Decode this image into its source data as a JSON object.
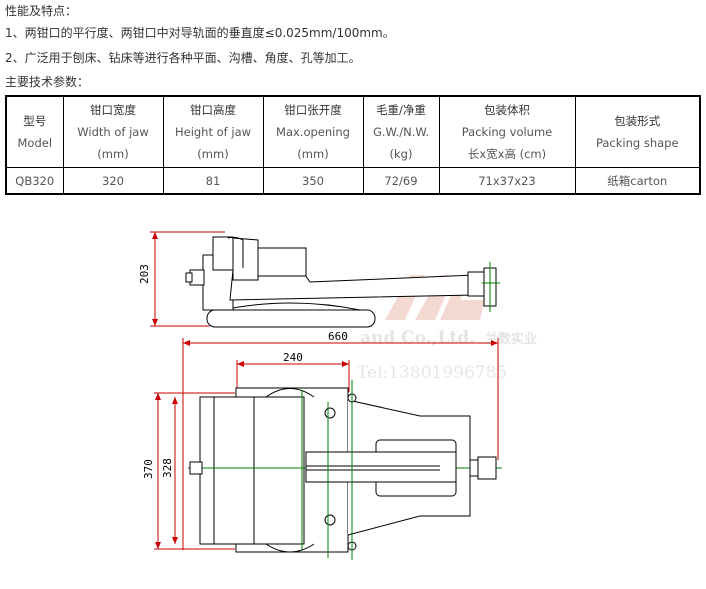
{
  "intro": {
    "features_title": "性能及特点：",
    "feature_1": "1、两钳口的平行度、两钳口中对导轨面的垂直度≤0.025mm/100mm。",
    "feature_2": "2、广泛用于刨床、钻床等进行各种平面、沟槽、角度、孔等加工。",
    "params_title": "主要技术参数："
  },
  "table": {
    "headers": [
      {
        "cn": "型号",
        "en": "Model",
        "unit": ""
      },
      {
        "cn": "钳口宽度",
        "en": "Width of jaw",
        "unit": "(mm)"
      },
      {
        "cn": "钳口高度",
        "en": "Height of jaw",
        "unit": "(mm)"
      },
      {
        "cn": "钳口张开度",
        "en": "Max.opening",
        "unit": "(mm)"
      },
      {
        "cn": "毛重/净重",
        "en": "G.W./N.W.",
        "unit": "(kg)"
      },
      {
        "cn": "包装体积",
        "en": "Packing volume",
        "unit": "长x宽x高 (cm)"
      },
      {
        "cn": "包装形式",
        "en": "Packing shape",
        "unit": ""
      }
    ],
    "row": [
      "QB320",
      "320",
      "81",
      "350",
      "72/69",
      "71x37x23",
      "纸箱carton"
    ]
  },
  "drawing": {
    "dims": {
      "side_height": "203",
      "overall_length": "660",
      "jaw_offset": "240",
      "base_width": "370",
      "jaw_width": "328"
    },
    "watermark": {
      "company": "and Co.,Ltd.",
      "company_cn": "兰数实业",
      "phone": "Tel:13801996785"
    }
  }
}
